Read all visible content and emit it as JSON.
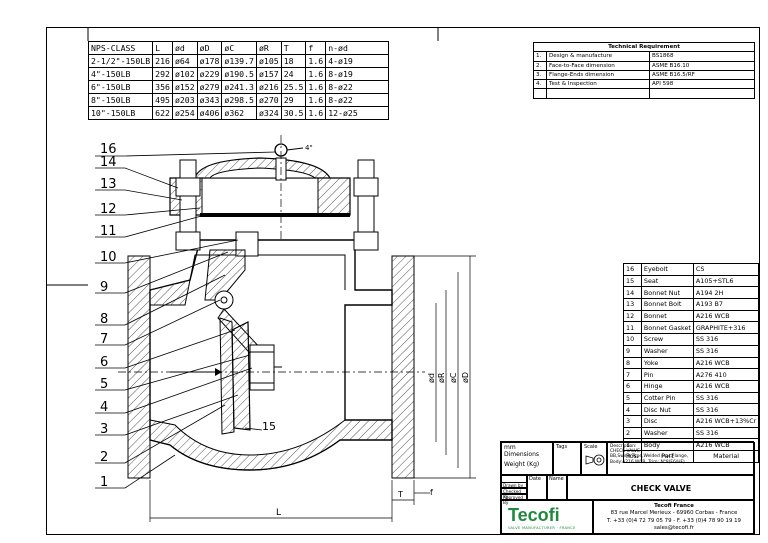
{
  "dimension_table": {
    "headers": [
      "NPS-CLASS",
      "L",
      "ød",
      "øD",
      "øC",
      "øR",
      "T",
      "f",
      "n-ød"
    ],
    "rows": [
      [
        "2-1/2\"-150LB",
        "216",
        "ø64",
        "ø178",
        "ø139.7",
        "ø105",
        "18",
        "1.6",
        "4-ø19"
      ],
      [
        "4\"-150LB",
        "292",
        "ø102",
        "ø229",
        "ø190.5",
        "ø157",
        "24",
        "1.6",
        "8-ø19"
      ],
      [
        "6\"-150LB",
        "356",
        "ø152",
        "ø279",
        "ø241.3",
        "ø216",
        "25.5",
        "1.6",
        "8-ø22"
      ],
      [
        "8\"-150LB",
        "495",
        "ø203",
        "ø343",
        "ø298.5",
        "ø270",
        "29",
        "1.6",
        "8-ø22"
      ],
      [
        "10\"-150LB",
        "622",
        "ø254",
        "ø406",
        "ø362",
        "ø324",
        "30.5",
        "1.6",
        "12-ø25"
      ]
    ]
  },
  "technical_requirement": {
    "title": "Technical Requirement",
    "rows": [
      [
        "1.",
        "Design & manufacture",
        "BS1868"
      ],
      [
        "2.",
        "Face-to-Face dimension",
        "ASME B16.10"
      ],
      [
        "3.",
        "Flange-Ends dimension",
        "ASME B16.5/RF"
      ],
      [
        "4.",
        "Test & Inspection",
        "API 598"
      ],
      [
        "",
        "",
        ""
      ]
    ]
  },
  "parts_list": {
    "rows": [
      [
        "16",
        "Eyebolt",
        "CS"
      ],
      [
        "15",
        "Seat",
        "A105+STL6"
      ],
      [
        "14",
        "Bonnet Nut",
        "A194 2H"
      ],
      [
        "13",
        "Bonnet Bolt",
        "A193 B7"
      ],
      [
        "12",
        "Bonnet",
        "A216 WCB"
      ],
      [
        "11",
        "Bonnet Gasket",
        "GRAPHITE+316"
      ],
      [
        "10",
        "Screw",
        "SS 316"
      ],
      [
        "9",
        "Washer",
        "SS 316"
      ],
      [
        "8",
        "Yoke",
        "A216 WCB"
      ],
      [
        "7",
        "Pin",
        "A276 410"
      ],
      [
        "6",
        "Hinge",
        "A216 WCB"
      ],
      [
        "5",
        "Cotter Pin",
        "SS 316"
      ],
      [
        "4",
        "Disc Nut",
        "SS 316"
      ],
      [
        "3",
        "Disc",
        "A216 WCB+13%Cr"
      ],
      [
        "2",
        "Washer",
        "SS 316"
      ],
      [
        "1",
        "Body",
        "A216 WCB"
      ]
    ],
    "header": [
      "Pos.",
      "Part",
      "Material"
    ]
  },
  "drawing": {
    "callouts": [
      "16",
      "14",
      "13",
      "12",
      "11",
      "10",
      "9",
      "8",
      "7",
      "6",
      "5",
      "4",
      "3",
      "2",
      "1"
    ],
    "seat_callout": "15",
    "eyebolt_angle": "4\"",
    "dim_labels": [
      "ød",
      "øR",
      "øC",
      "øD",
      "L",
      "T",
      "f"
    ]
  },
  "title_block": {
    "mm": "mm",
    "dimensions": "Dimensions",
    "weight": "Weight (Kg)",
    "tags": "Tags",
    "scale": "Scale",
    "description_label": "Description:",
    "description_lines": [
      "CHECK VALVE",
      "BB,Swing Type,Welded seat,Flange,",
      "Body:A216 WCB, Trim: N°8(F6/HF)"
    ],
    "date": "Date",
    "name": "Name",
    "drawn_by": "Drawn by",
    "checked_by": "Checked By",
    "approved_by": "Approved By",
    "drawing_title": "CHECK VALVE",
    "logo": "Tecofi",
    "logo_tagline": "VALVE MANUFACTURER · FRANCE",
    "company": "Tecofi France",
    "address": "83 rue Marcel Merieux - 69960 Corbas - France",
    "phone": "T. +33 (0)4 72 79 05 79 - F. +33 (0)4 78 90 19 19",
    "email": "sales@tecofi.fr"
  },
  "colors": {
    "line": "#000000",
    "logo_green": "#1f8a3c",
    "hatch": "#555555"
  }
}
